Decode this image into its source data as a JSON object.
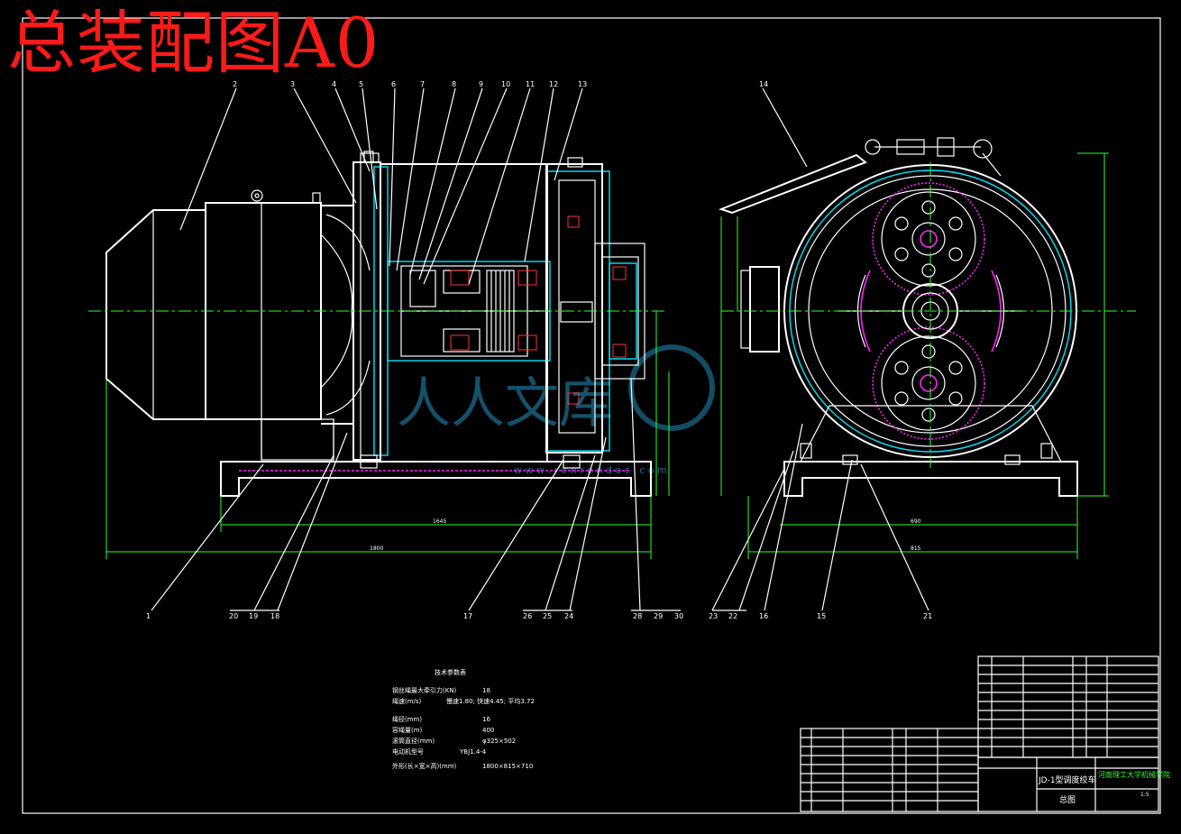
{
  "title": "总装配图A0",
  "part_labels_top": [
    "2",
    "3",
    "4",
    "5",
    "6",
    "7",
    "8",
    "9",
    "10",
    "11",
    "12",
    "13",
    "14"
  ],
  "part_labels_bottom": [
    "1",
    "20",
    "19",
    "18",
    "17",
    "26",
    "25",
    "24",
    "28",
    "29",
    "30",
    "23",
    "22",
    "16",
    "15",
    "21"
  ],
  "watermark": "人人文库",
  "watermark_url": "w w w . r e n r e n d o c . c o m",
  "tech_block": {
    "heading": "技术参数表",
    "rows": [
      [
        "钢丝绳最大牵引力(KN)",
        "18"
      ],
      [
        "绳速(m/s)",
        "慢速1.80; 快速4.45; 平均3.72"
      ],
      [
        "绳径(mm)",
        "16"
      ],
      [
        "容绳量(m)",
        "400"
      ],
      [
        "滚筒直径(mm)",
        "φ325×502"
      ],
      [
        "电动机型号",
        "YBJ1.4-4"
      ],
      [
        "外形(长×宽×高)(mm)",
        "1800×815×710"
      ]
    ]
  },
  "title_block": {
    "machine_name": "JD-1型调度绞车",
    "drawing_name": "总图",
    "company": "河南理工大学机械学院",
    "scale": "1:5"
  },
  "colors": {
    "background": "#000000",
    "line": "#ffffff",
    "accent_cyan": "#00e5ff",
    "accent_magenta": "#ff22ff",
    "accent_green": "#2cff2c",
    "title_red": "#ff1a1a"
  }
}
